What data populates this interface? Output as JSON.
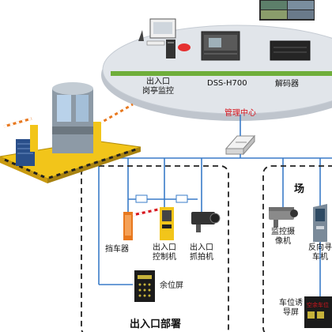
{
  "center": {
    "entry_booth": [
      "出入口",
      "岗亭监控"
    ],
    "server": "DSS-H700",
    "decoder": "解码器",
    "name": "管理中心"
  },
  "entrance": {
    "title": "出入口部署",
    "barrier": "挡车器",
    "controller": [
      "出入口",
      "控制机"
    ],
    "capture": [
      "出入口",
      "抓拍机"
    ],
    "remaining_screen": "余位屏"
  },
  "parking": {
    "title": "场",
    "monitor_camera": [
      "监控摄",
      "像机"
    ],
    "reverse_finder": [
      "反向寻",
      "车机"
    ],
    "guide_screen": [
      "车位诱",
      "导屏"
    ],
    "guide_screen_display": "空余车位"
  },
  "colors": {
    "ellipse": "#dfe3e9",
    "ellipse_edge": "#c5cbd3",
    "network_bar": "#6fae3a",
    "link_line": "#3a7cc8",
    "dashed_box": "#222222",
    "accent_red": "#d7141c",
    "barrier_stripe": "#e8781e",
    "platform": "#f2c51a"
  }
}
